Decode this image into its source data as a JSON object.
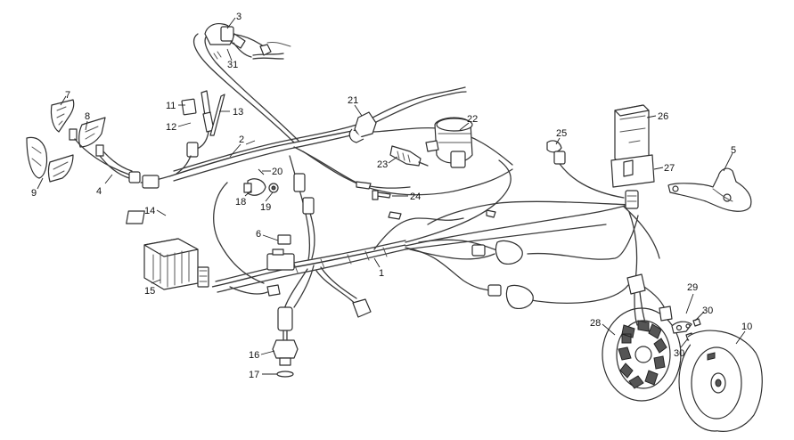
{
  "callouts": [
    {
      "id": "1",
      "text": "1"
    },
    {
      "id": "2",
      "text": "2"
    },
    {
      "id": "3",
      "text": "3"
    },
    {
      "id": "4",
      "text": "4"
    },
    {
      "id": "5",
      "text": "5"
    },
    {
      "id": "6",
      "text": "6"
    },
    {
      "id": "7",
      "text": "7"
    },
    {
      "id": "8",
      "text": "8"
    },
    {
      "id": "9",
      "text": "9"
    },
    {
      "id": "10",
      "text": "10"
    },
    {
      "id": "11",
      "text": "11"
    },
    {
      "id": "12",
      "text": "12"
    },
    {
      "id": "13",
      "text": "13"
    },
    {
      "id": "14",
      "text": "14"
    },
    {
      "id": "15",
      "text": "15"
    },
    {
      "id": "16",
      "text": "16"
    },
    {
      "id": "17",
      "text": "17"
    },
    {
      "id": "18",
      "text": "18"
    },
    {
      "id": "19",
      "text": "19"
    },
    {
      "id": "20",
      "text": "20"
    },
    {
      "id": "21",
      "text": "21"
    },
    {
      "id": "22",
      "text": "22"
    },
    {
      "id": "23",
      "text": "23"
    },
    {
      "id": "24",
      "text": "24"
    },
    {
      "id": "25",
      "text": "25"
    },
    {
      "id": "26",
      "text": "26"
    },
    {
      "id": "27",
      "text": "27"
    },
    {
      "id": "28",
      "text": "28"
    },
    {
      "id": "29",
      "text": "29"
    },
    {
      "id": "30a",
      "text": "30"
    },
    {
      "id": "30b",
      "text": "30"
    },
    {
      "id": "31",
      "text": "31"
    }
  ],
  "colors": {
    "line": "#333333",
    "background": "#ffffff"
  }
}
